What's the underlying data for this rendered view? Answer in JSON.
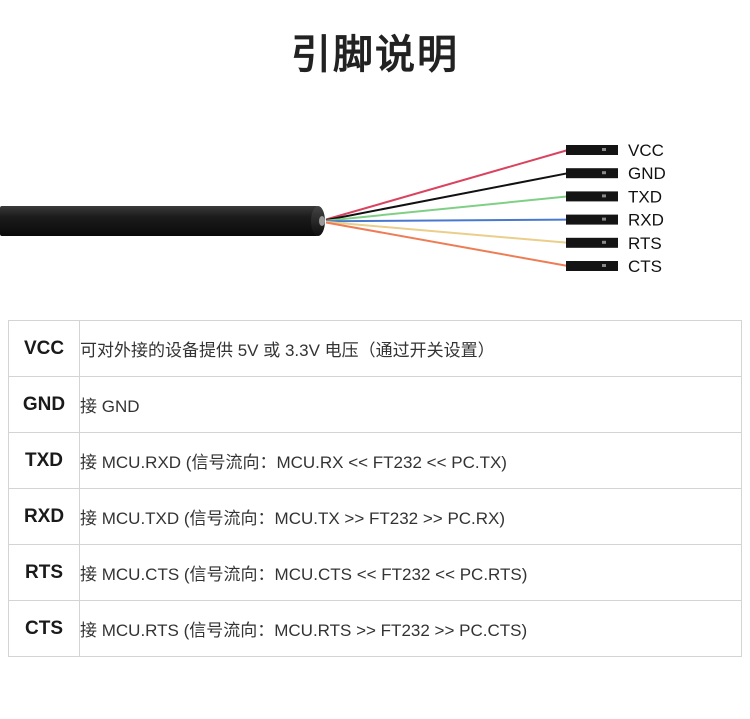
{
  "title": "引脚说明",
  "diagram": {
    "wires": [
      {
        "label": "VCC",
        "color": "#d9435f"
      },
      {
        "label": "GND",
        "color": "#111111"
      },
      {
        "label": "TXD",
        "color": "#7fcf85"
      },
      {
        "label": "RXD",
        "color": "#4a78d0"
      },
      {
        "label": "RTS",
        "color": "#eacf8a"
      },
      {
        "label": "CTS",
        "color": "#ee7d55"
      }
    ]
  },
  "table": {
    "rows": [
      {
        "pin": "VCC",
        "desc": "可对外接的设备提供 5V 或 3.3V 电压（通过开关设置）"
      },
      {
        "pin": "GND",
        "desc": "接 GND"
      },
      {
        "pin": "TXD",
        "desc": "接 MCU.RXD (信号流向：MCU.RX << FT232 << PC.TX)"
      },
      {
        "pin": "RXD",
        "desc": "接 MCU.TXD (信号流向：MCU.TX >> FT232 >> PC.RX)"
      },
      {
        "pin": "RTS",
        "desc": "接 MCU.CTS (信号流向：MCU.CTS << FT232 << PC.RTS)"
      },
      {
        "pin": "CTS",
        "desc": "接 MCU.RTS (信号流向：MCU.RTS >> FT232 >> PC.CTS)"
      }
    ]
  }
}
